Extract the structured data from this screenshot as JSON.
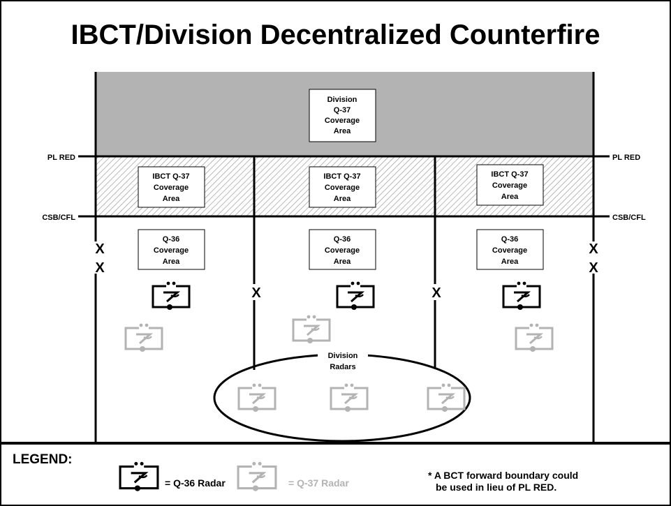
{
  "title": "IBCT/Division Decentralized Counterfire",
  "phase_lines": {
    "pl_red": "PL RED",
    "csb_cfl": "CSB/CFL"
  },
  "division_q37_box": [
    "Division",
    "Q-37",
    "Coverage",
    "Area"
  ],
  "ibct_boxes": [
    [
      "IBCT Q-37",
      "Coverage",
      "Area"
    ],
    [
      "IBCT Q-37",
      "Coverage",
      "Area"
    ],
    [
      "IBCT Q-37",
      "Coverage",
      "Area"
    ]
  ],
  "q36_boxes": [
    [
      "Q-36",
      "Coverage",
      "Area"
    ],
    [
      "Q-36",
      "Coverage",
      "Area"
    ],
    [
      "Q-36",
      "Coverage",
      "Area"
    ]
  ],
  "boundary_marker": "X",
  "division_radars_label": [
    "Division",
    "Radars"
  ],
  "legend": {
    "label": "LEGEND:",
    "q36": "= Q-36 Radar",
    "q37": "= Q-37 Radar"
  },
  "note": {
    "line1": "* A BCT forward boundary could",
    "line2": "be used in lieu of PL RED."
  },
  "colors": {
    "division_area": "#b3b3b3",
    "hatch": "#9a9a9a",
    "q36_radar": "#000000",
    "q37_radar": "#b3b3b3"
  },
  "icons": {
    "q36": "radar-symbol-icon",
    "q37": "radar-symbol-icon"
  }
}
